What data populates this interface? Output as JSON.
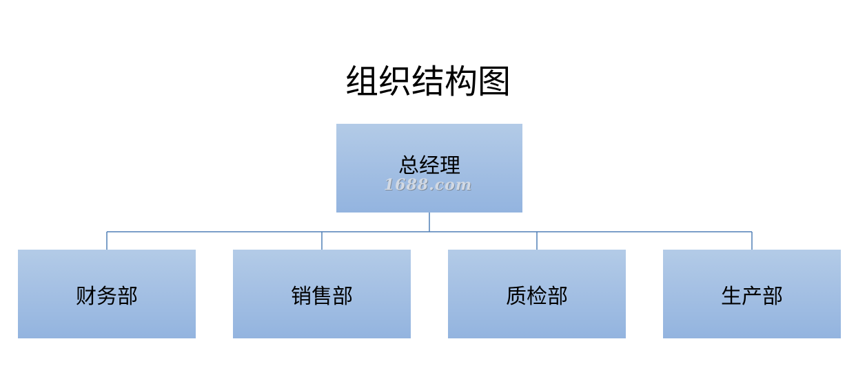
{
  "title": "组织结构图",
  "root": {
    "label": "总经理",
    "watermark": "1688.com"
  },
  "children": [
    {
      "label": "财务部"
    },
    {
      "label": "销售部"
    },
    {
      "label": "质检部"
    },
    {
      "label": "生产部"
    }
  ],
  "colors": {
    "box_top": "#b3cbe7",
    "box_bottom": "#93b4df",
    "connector": "#4f7fb6"
  }
}
